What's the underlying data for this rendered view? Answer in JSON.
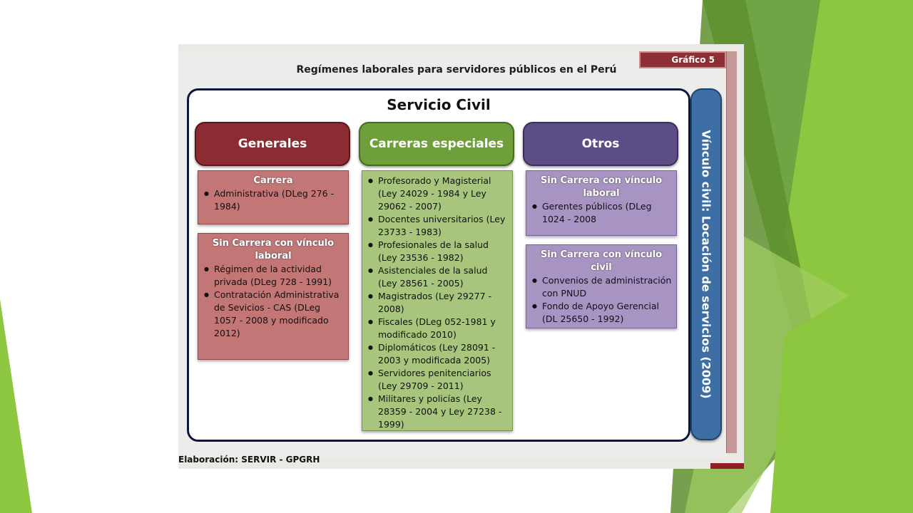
{
  "colors": {
    "green_dark": "#5f8f2f",
    "green_light": "#8dc63f",
    "generales": "#8a2c32",
    "carreras": "#6f9f3a",
    "otros": "#5d4d86",
    "vinculo": "#3d6fa5"
  },
  "figure": {
    "tab_label": "Gráfico 5",
    "title": "Regímenes laborales para servidores públicos en el Perú",
    "servicio_civil": "Servicio Civil",
    "columns": {
      "generales": {
        "header": "Generales",
        "boxes": [
          {
            "title": "Carrera",
            "items": [
              "Administrativa (DLeg 276 - 1984)"
            ]
          },
          {
            "title": "Sin Carrera con vínculo laboral",
            "items": [
              "Régimen de la actividad privada (DLeg 728 - 1991)",
              "Contratación Administrativa de Sevicios - CAS (DLeg 1057 - 2008 y modificado 2012)"
            ]
          }
        ]
      },
      "carreras": {
        "header": "Carreras especiales",
        "items": [
          "Profesorado y Magisterial (Ley 24029 - 1984 y Ley 29062 - 2007)",
          "Docentes universitarios (Ley 23733 - 1983)",
          "Profesionales de la salud (Ley 23536 - 1982)",
          "Asistenciales de la salud (Ley 28561 - 2005)",
          "Magistrados (Ley 29277 - 2008)",
          "Fiscales (DLeg 052-1981 y modificado 2010)",
          "Diplomáticos (Ley 28091 - 2003 y modificada 2005)",
          "Servidores penitenciarios (Ley 29709 - 2011)",
          "Militares y policías (Ley 28359 - 2004 y Ley 27238 - 1999)"
        ]
      },
      "otros": {
        "header": "Otros",
        "boxes": [
          {
            "title": "Sin Carrera con vínculo laboral",
            "items": [
              "Gerentes públicos (DLeg 1024 - 2008"
            ]
          },
          {
            "title": "Sin Carrera con vínculo civil",
            "items": [
              "Convenios de administración con PNUD",
              "Fondo de Apoyo Gerencial (DL 25650 - 1992)"
            ]
          }
        ]
      }
    },
    "vinculo_civil": "Vínculo civil: Locación de servicios (2009)",
    "footer": "Elaboración: SERVIR - GPGRH"
  }
}
